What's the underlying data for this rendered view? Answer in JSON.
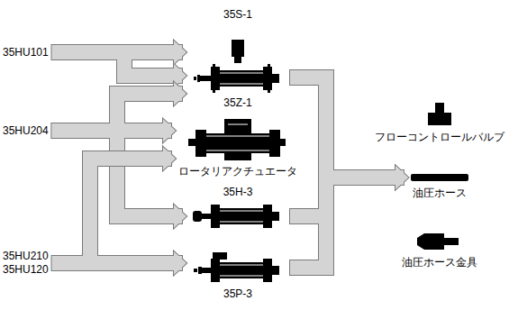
{
  "diagram": {
    "nodes": [
      {
        "text": [
          "35HU101"
        ]
      },
      {
        "text": [
          "35S-1"
        ]
      },
      {
        "text": [
          "35Z-1"
        ]
      },
      {
        "text": [
          "35HU204"
        ]
      },
      {
        "text": [
          "ロータリアクチュエータ"
        ]
      },
      {
        "text": [
          "35H-3"
        ]
      },
      {
        "text": [
          "35HU210 35HU120"
        ]
      },
      {
        "text": [
          "35P-3"
        ]
      },
      {
        "text": [
          "フローコントロールバルブ"
        ]
      },
      {
        "text": [
          "油圧ホース"
        ]
      },
      {
        "text": [
          "油圧ホース金具"
        ]
      }
    ],
    "edges": [
      {
        "from": 0,
        "to": 1,
        "arrow": "to"
      },
      {
        "from": 0,
        "to": 2,
        "arrow": "to"
      },
      {
        "from": 3,
        "to": 2,
        "arrow": "to"
      },
      {
        "from": 3,
        "to": 4,
        "arrow": "to"
      },
      {
        "from": 3,
        "to": 5,
        "arrow": "to"
      },
      {
        "from": 6,
        "to": 4,
        "arrow": "to"
      },
      {
        "from": 6,
        "to": 7,
        "arrow": "to"
      },
      {
        "from": 2,
        "to": 9,
        "arrow": "to"
      },
      {
        "from": 5,
        "to": 9,
        "arrow": "to"
      },
      {
        "from": 7,
        "to": 9,
        "arrow": "to"
      }
    ]
  }
}
